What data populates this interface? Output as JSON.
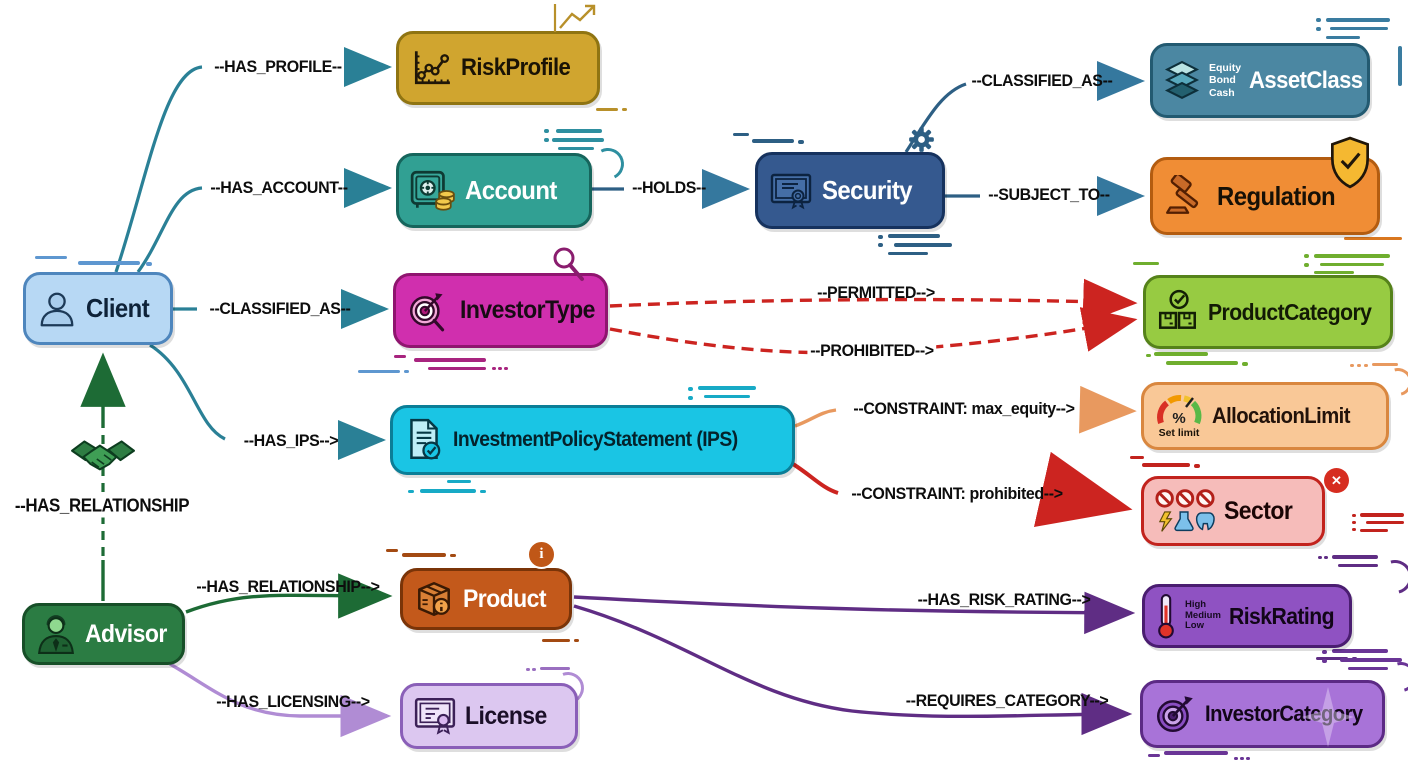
{
  "diagram": {
    "nodes": {
      "client": {
        "label": "Client",
        "icon": "person-icon",
        "fill": "#b7d8f4",
        "border": "#4e86bd",
        "text_color": "#0e2238"
      },
      "advisor": {
        "label": "Advisor",
        "icon": "advisor-person-icon",
        "fill": "#2b7c43",
        "border": "#174f28",
        "text_color": "#ffffff"
      },
      "riskprofile": {
        "label": "RiskProfile",
        "icon": "line-chart-icon",
        "badge": "trend-up-icon",
        "fill": "#d0a52f",
        "border": "#8f7412",
        "text_color": "#1a1305"
      },
      "account": {
        "label": "Account",
        "icon": "vault-coins-icon",
        "fill": "#31a093",
        "border": "#16655c",
        "text_color": "#ffffff"
      },
      "security": {
        "label": "Security",
        "icon": "certificate-icon",
        "badge": "gear-icon",
        "fill": "#35598f",
        "border": "#16325e",
        "text_color": "#ffffff"
      },
      "assetclass": {
        "label": "AssetClass",
        "icon": "layers-icon",
        "sublabels": [
          "Equity",
          "Bond",
          "Cash"
        ],
        "fill": "#4b87a2",
        "border": "#235a71",
        "text_color": "#ffffff"
      },
      "regulation": {
        "label": "Regulation",
        "icon": "gavel-icon",
        "badge": "shield-check-icon",
        "fill": "#f08d35",
        "border": "#b35c10",
        "text_color": "#161006"
      },
      "investortype": {
        "label": "InvestorType",
        "icon": "target-arrow-icon",
        "badge": "magnifier-icon",
        "fill": "#d02fae",
        "border": "#8f156f",
        "text_color": "#180b14"
      },
      "productcategory": {
        "label": "ProductCategory",
        "icon": "boxes-check-icon",
        "fill": "#97cb42",
        "border": "#55821a",
        "text_color": "#121a05"
      },
      "ips": {
        "label": "InvestmentPolicyStatement (IPS)",
        "icon": "document-check-icon",
        "fill": "#1ac5e4",
        "border": "#0b7e97",
        "text_color": "#04222b"
      },
      "allocationlimit": {
        "label": "AllocationLimit",
        "icon": "gauge-icon",
        "sublabel": "Set limit",
        "fill": "#f9c897",
        "border": "#d9873f",
        "text_color": "#22120a"
      },
      "sector": {
        "label": "Sector",
        "icon": "prohibited-industries-icon",
        "badge_glyph": "✕",
        "fill": "#f6bcba",
        "border": "#c2231d",
        "text_color": "#1a0505"
      },
      "product": {
        "label": "Product",
        "icon": "box-info-icon",
        "badge_glyph": "i",
        "fill": "#c3591b",
        "border": "#7a3408",
        "text_color": "#ffffff"
      },
      "license": {
        "label": "License",
        "icon": "certificate-ribbon-icon",
        "fill": "#dcc7f0",
        "border": "#8a5fb8",
        "text_color": "#1b0f28"
      },
      "riskrating": {
        "label": "RiskRating",
        "icon": "thermometer-icon",
        "sublabels": [
          "High",
          "Medium",
          "Low"
        ],
        "fill": "#8f52c2",
        "border": "#4a1d70",
        "text_color": "#120618"
      },
      "investorcategory": {
        "label": "InvestorCategory",
        "icon": "target-icon",
        "fill": "#a873d8",
        "border": "#5c2a85",
        "text_color": "#120618"
      }
    },
    "edges": [
      {
        "id": "has-profile",
        "from": "client",
        "to": "riskprofile",
        "label": "--HAS_PROFILE--",
        "color": "#2a8096",
        "style": "solid"
      },
      {
        "id": "has-account",
        "from": "client",
        "to": "account",
        "label": "--HAS_ACCOUNT--",
        "color": "#2a8096",
        "style": "solid"
      },
      {
        "id": "holds",
        "from": "account",
        "to": "security",
        "label": "--HOLDS--",
        "color": "#2d5f84",
        "style": "solid"
      },
      {
        "id": "classified-as-asset",
        "from": "security",
        "to": "assetclass",
        "label": "--CLASSIFIED_AS--",
        "color": "#2d5f84",
        "style": "solid"
      },
      {
        "id": "subject-to",
        "from": "security",
        "to": "regulation",
        "label": "--SUBJECT_TO--",
        "color": "#2d5f84",
        "style": "solid"
      },
      {
        "id": "classified-as-investor",
        "from": "client",
        "to": "investortype",
        "label": "--CLASSIFIED_AS--",
        "color": "#2a8096",
        "style": "solid"
      },
      {
        "id": "permitted",
        "from": "investortype",
        "to": "productcategory",
        "label": "--PERMITTED-->",
        "color": "#cc2420",
        "style": "dashed"
      },
      {
        "id": "prohibited",
        "from": "investortype",
        "to": "productcategory",
        "label": "--PROHIBITED-->",
        "color": "#cc2420",
        "style": "dashed"
      },
      {
        "id": "has-ips",
        "from": "client",
        "to": "ips",
        "label": "--HAS_IPS-->",
        "color": "#2a8096",
        "style": "solid"
      },
      {
        "id": "constraint-max-equity",
        "from": "ips",
        "to": "allocationlimit",
        "label": "--CONSTRAINT: max_equity-->",
        "color": "#e8995f",
        "style": "solid"
      },
      {
        "id": "constraint-prohibited",
        "from": "ips",
        "to": "sector",
        "label": "--CONSTRAINT: prohibited-->",
        "color": "#cc2420",
        "style": "solid"
      },
      {
        "id": "has-relationship-client",
        "from": "advisor",
        "to": "client",
        "label": "--HAS_RELATIONSHIP",
        "color": "#1d6b35",
        "style": "solid",
        "icon": "handshake-icon"
      },
      {
        "id": "has-relationship-product",
        "from": "advisor",
        "to": "product",
        "label": "--HAS_RELATIONSHIP-->",
        "color": "#1d6b35",
        "style": "solid"
      },
      {
        "id": "has-licensing",
        "from": "advisor",
        "to": "license",
        "label": "--HAS_LICENSING-->",
        "color": "#b08cd4",
        "style": "solid"
      },
      {
        "id": "has-risk-rating",
        "from": "product",
        "to": "riskrating",
        "label": "--HAS_RISK_RATING-->",
        "color": "#5f2d84",
        "style": "solid"
      },
      {
        "id": "requires-category",
        "from": "product",
        "to": "investorcategory",
        "label": "--REQUIRES_CATEGORY-->",
        "color": "#5f2d84",
        "style": "solid"
      }
    ]
  }
}
